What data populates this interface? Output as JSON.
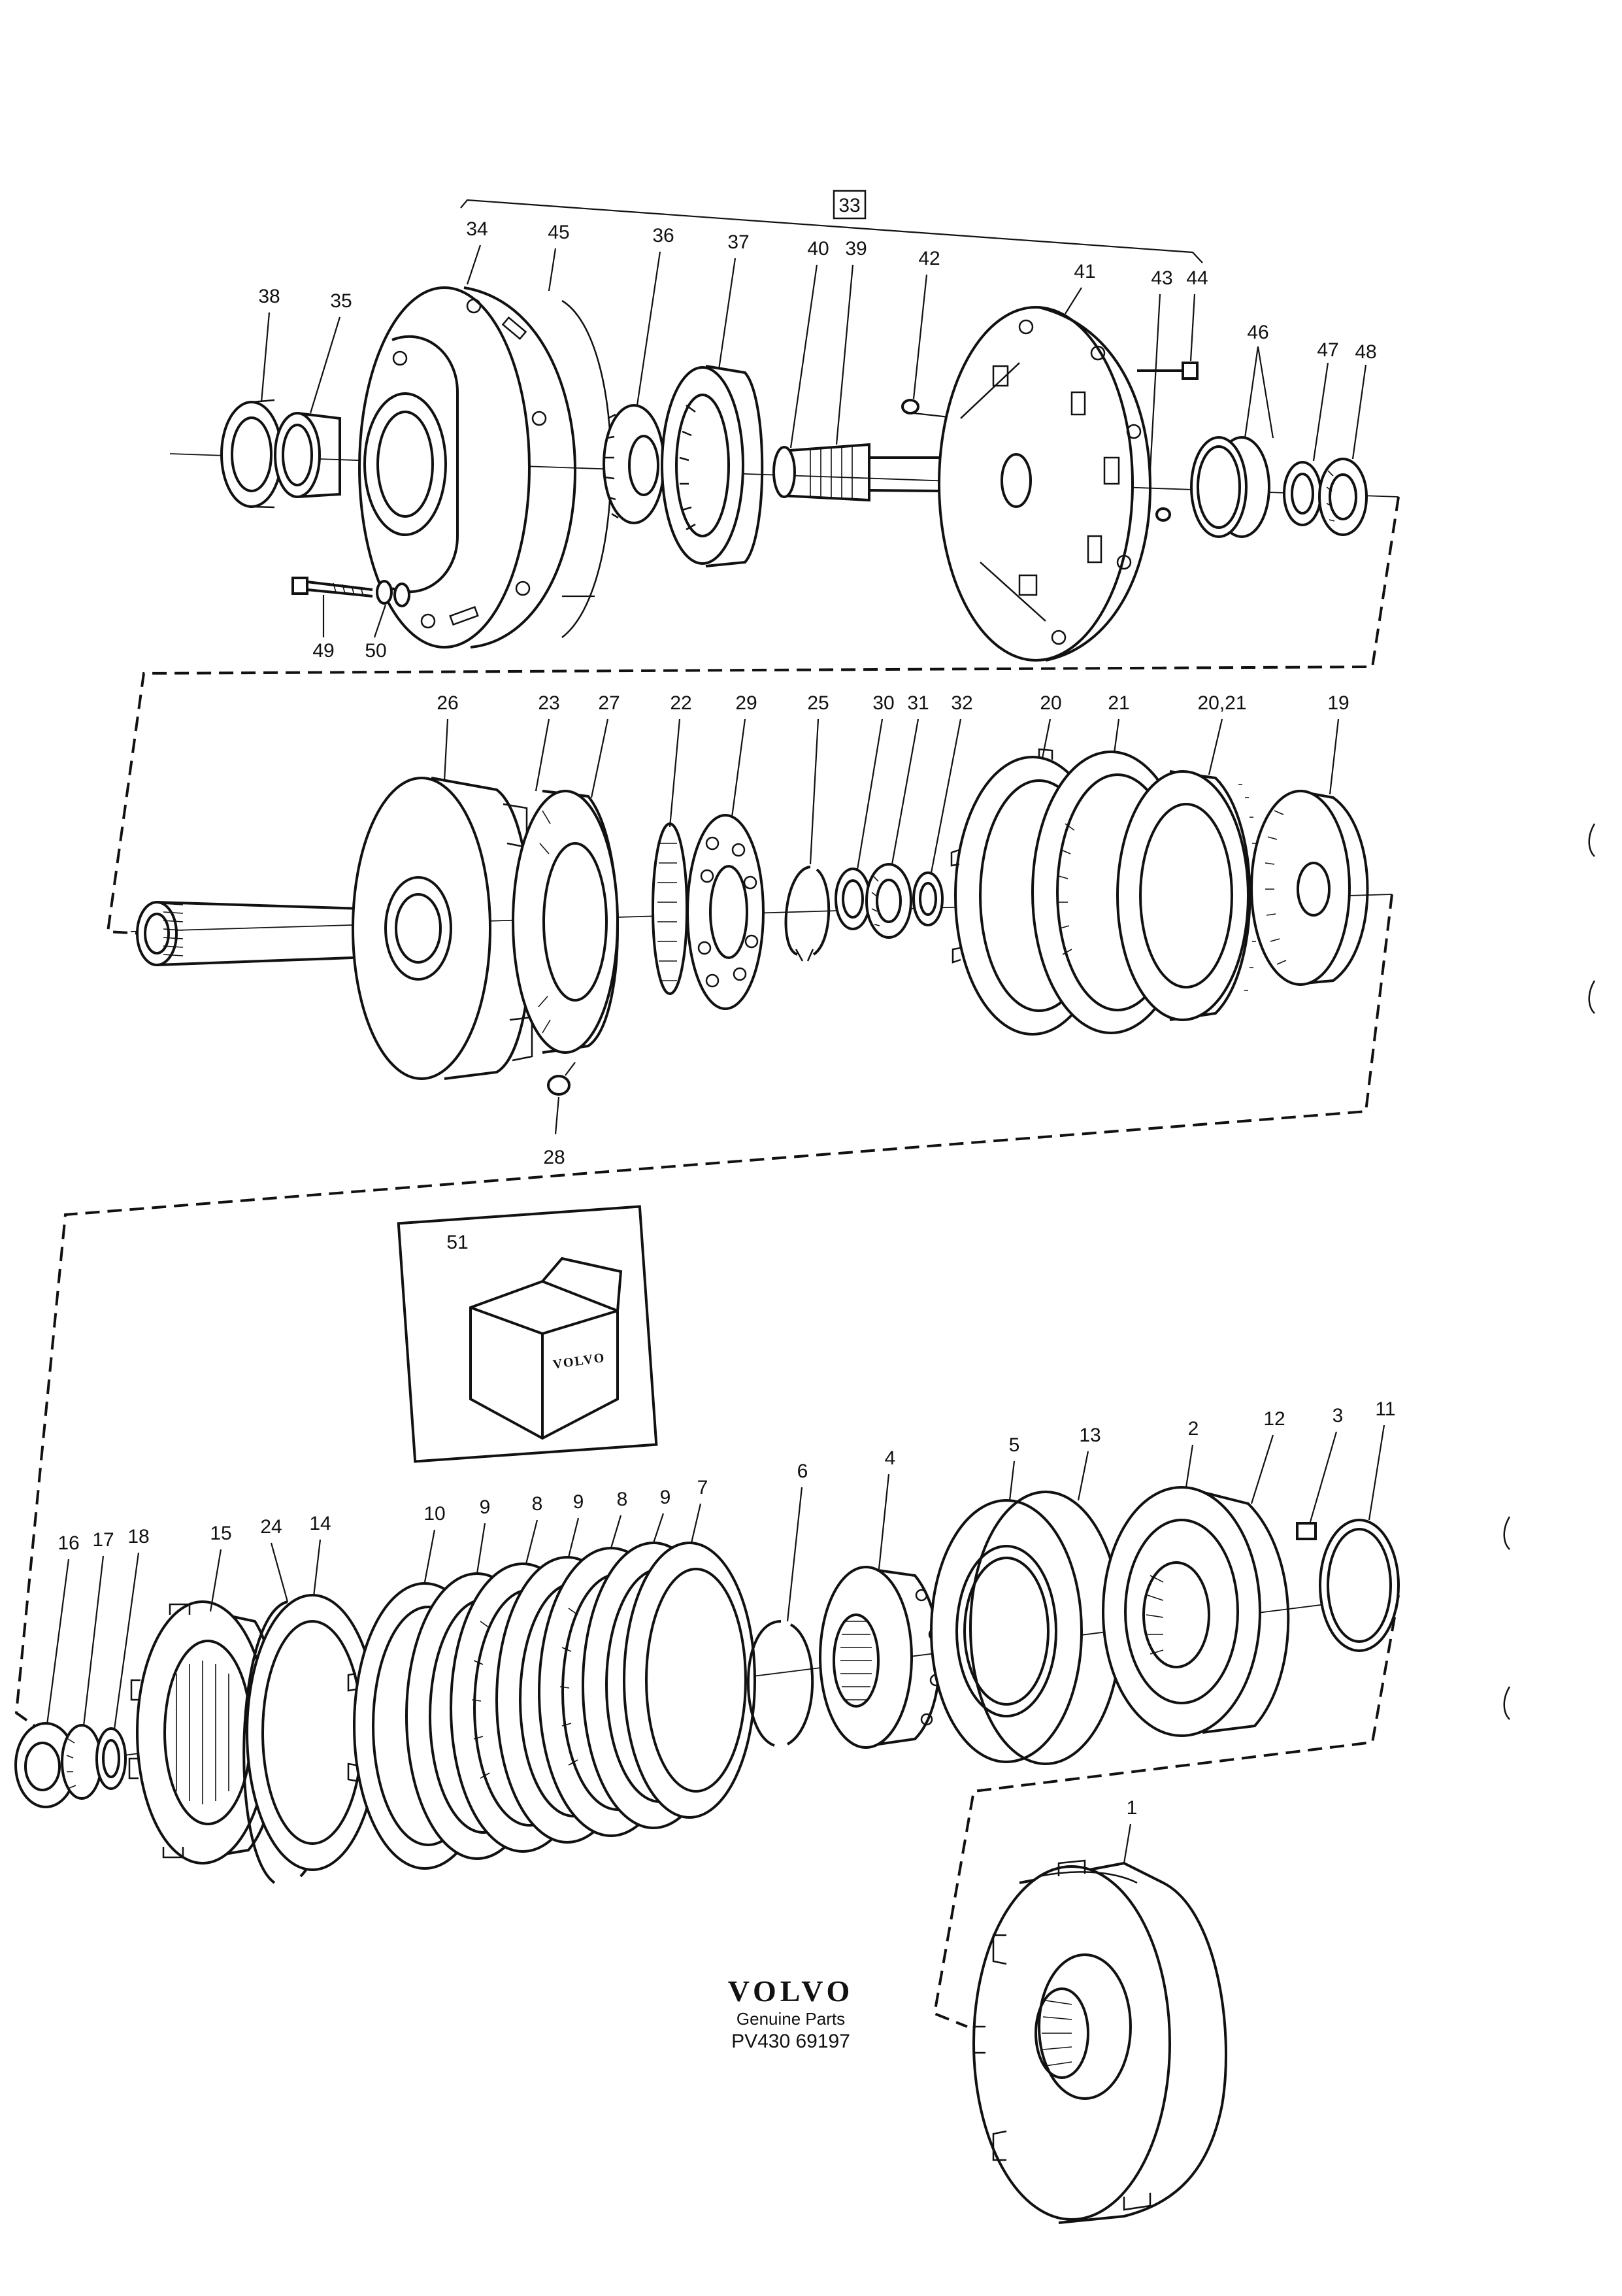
{
  "labels": {
    "group_ref": "33",
    "top_row": [
      "34",
      "45",
      "36",
      "37",
      "40",
      "39",
      "42",
      "41",
      "43",
      "44",
      "38",
      "35",
      "46",
      "47",
      "48",
      "49",
      "50"
    ],
    "middle_row": [
      "26",
      "23",
      "27",
      "22",
      "29",
      "25",
      "30",
      "31",
      "32",
      "20",
      "21",
      "20,21",
      "19",
      "28"
    ],
    "kit": "51",
    "bottom_row": [
      "10",
      "9",
      "8",
      "9",
      "8",
      "9",
      "7",
      "6",
      "4",
      "5",
      "13",
      "2",
      "12",
      "3",
      "11",
      "16",
      "17",
      "18",
      "15",
      "24",
      "14",
      "1"
    ]
  },
  "kit_box_text": "VOLVO",
  "brand": {
    "logo": "VOLVO",
    "subtitle": "Genuine Parts",
    "part_number": "PV430 69197"
  }
}
